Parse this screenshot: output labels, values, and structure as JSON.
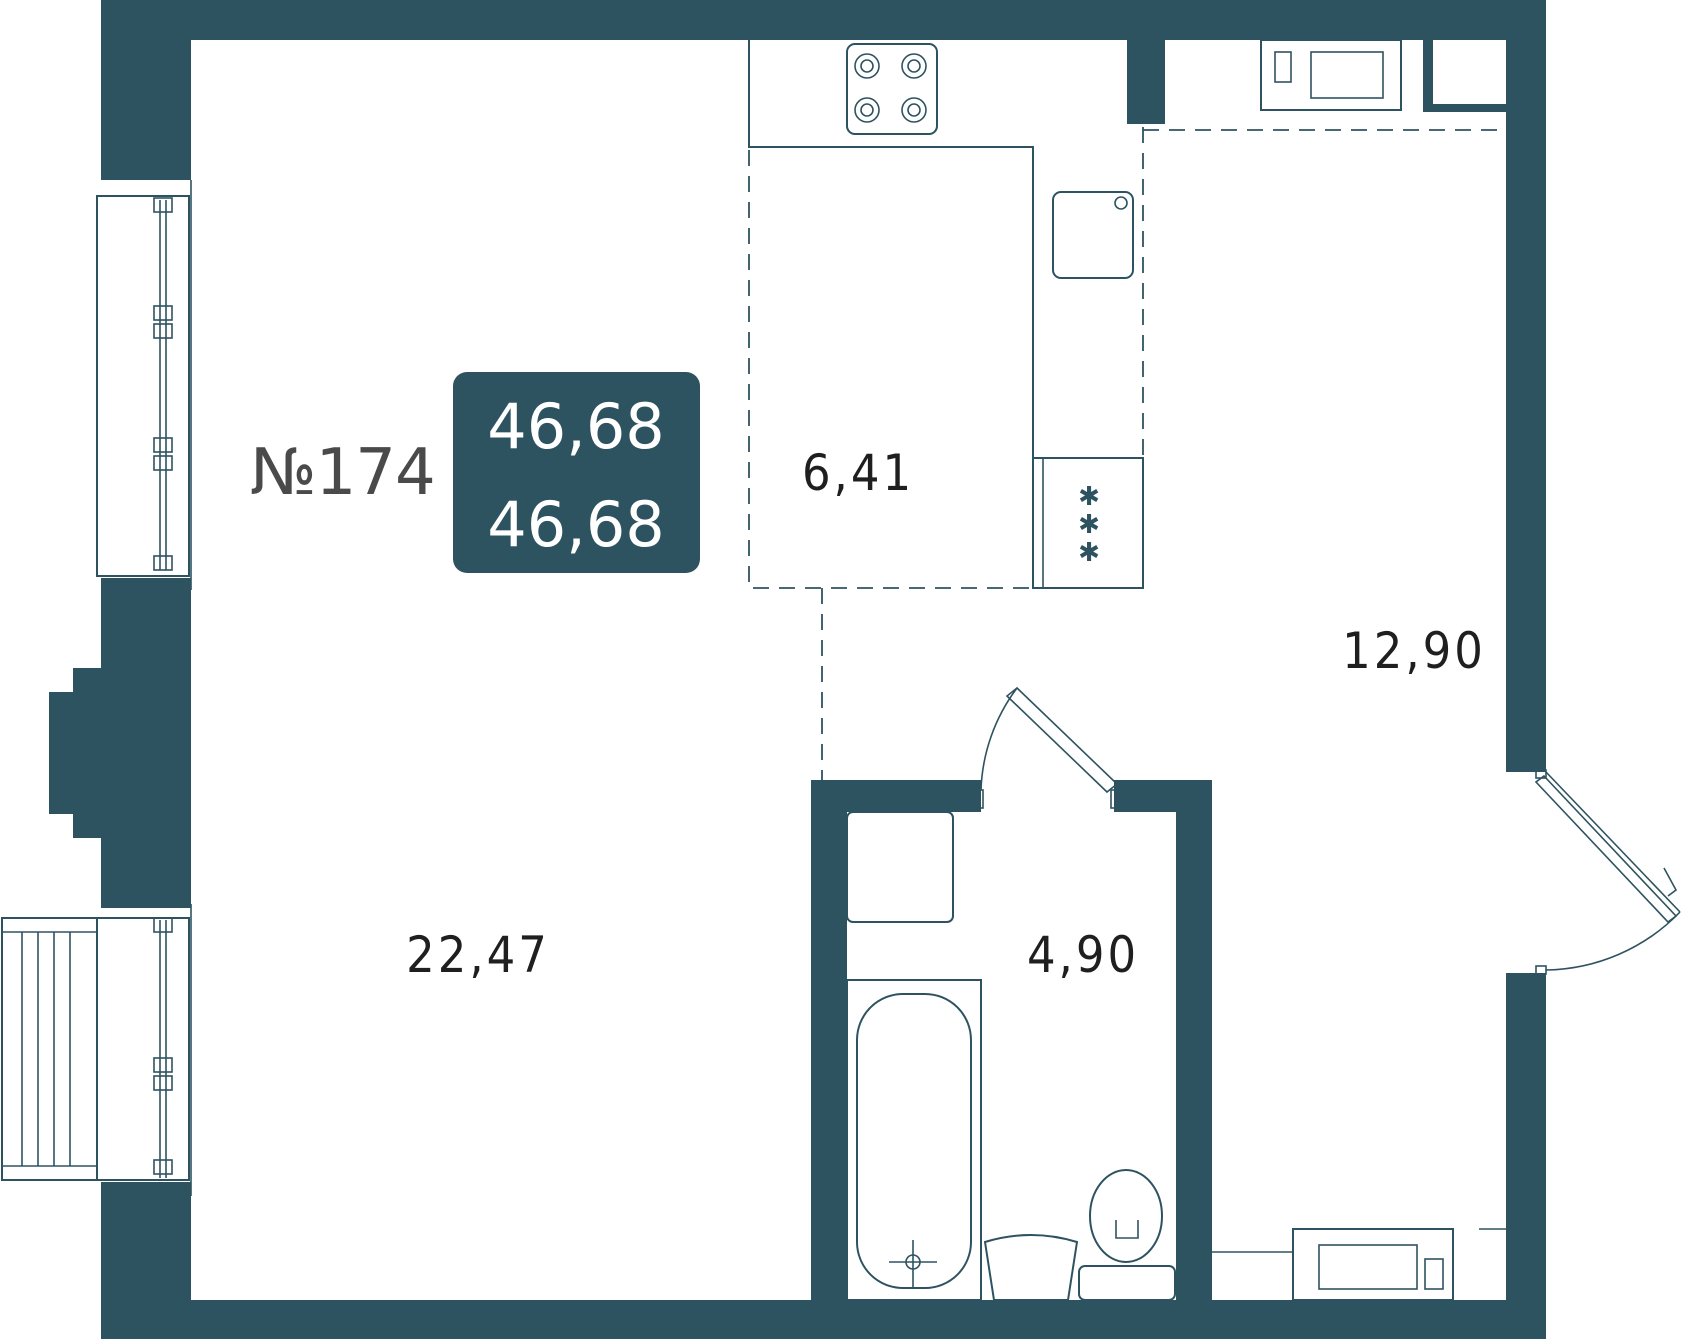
{
  "plan": {
    "apartment_number": "№174",
    "total_area": "46,68",
    "living_area": "46,68",
    "rooms": {
      "kitchen_area": "6,41",
      "hall_area": "12,90",
      "living_room_area": "22,47",
      "bathroom_area": "4,90"
    }
  },
  "colors": {
    "wall": "#2e5360",
    "badge": "#2e5360",
    "label_text": "#1f1f1f",
    "number_text": "#4a4a4a"
  }
}
